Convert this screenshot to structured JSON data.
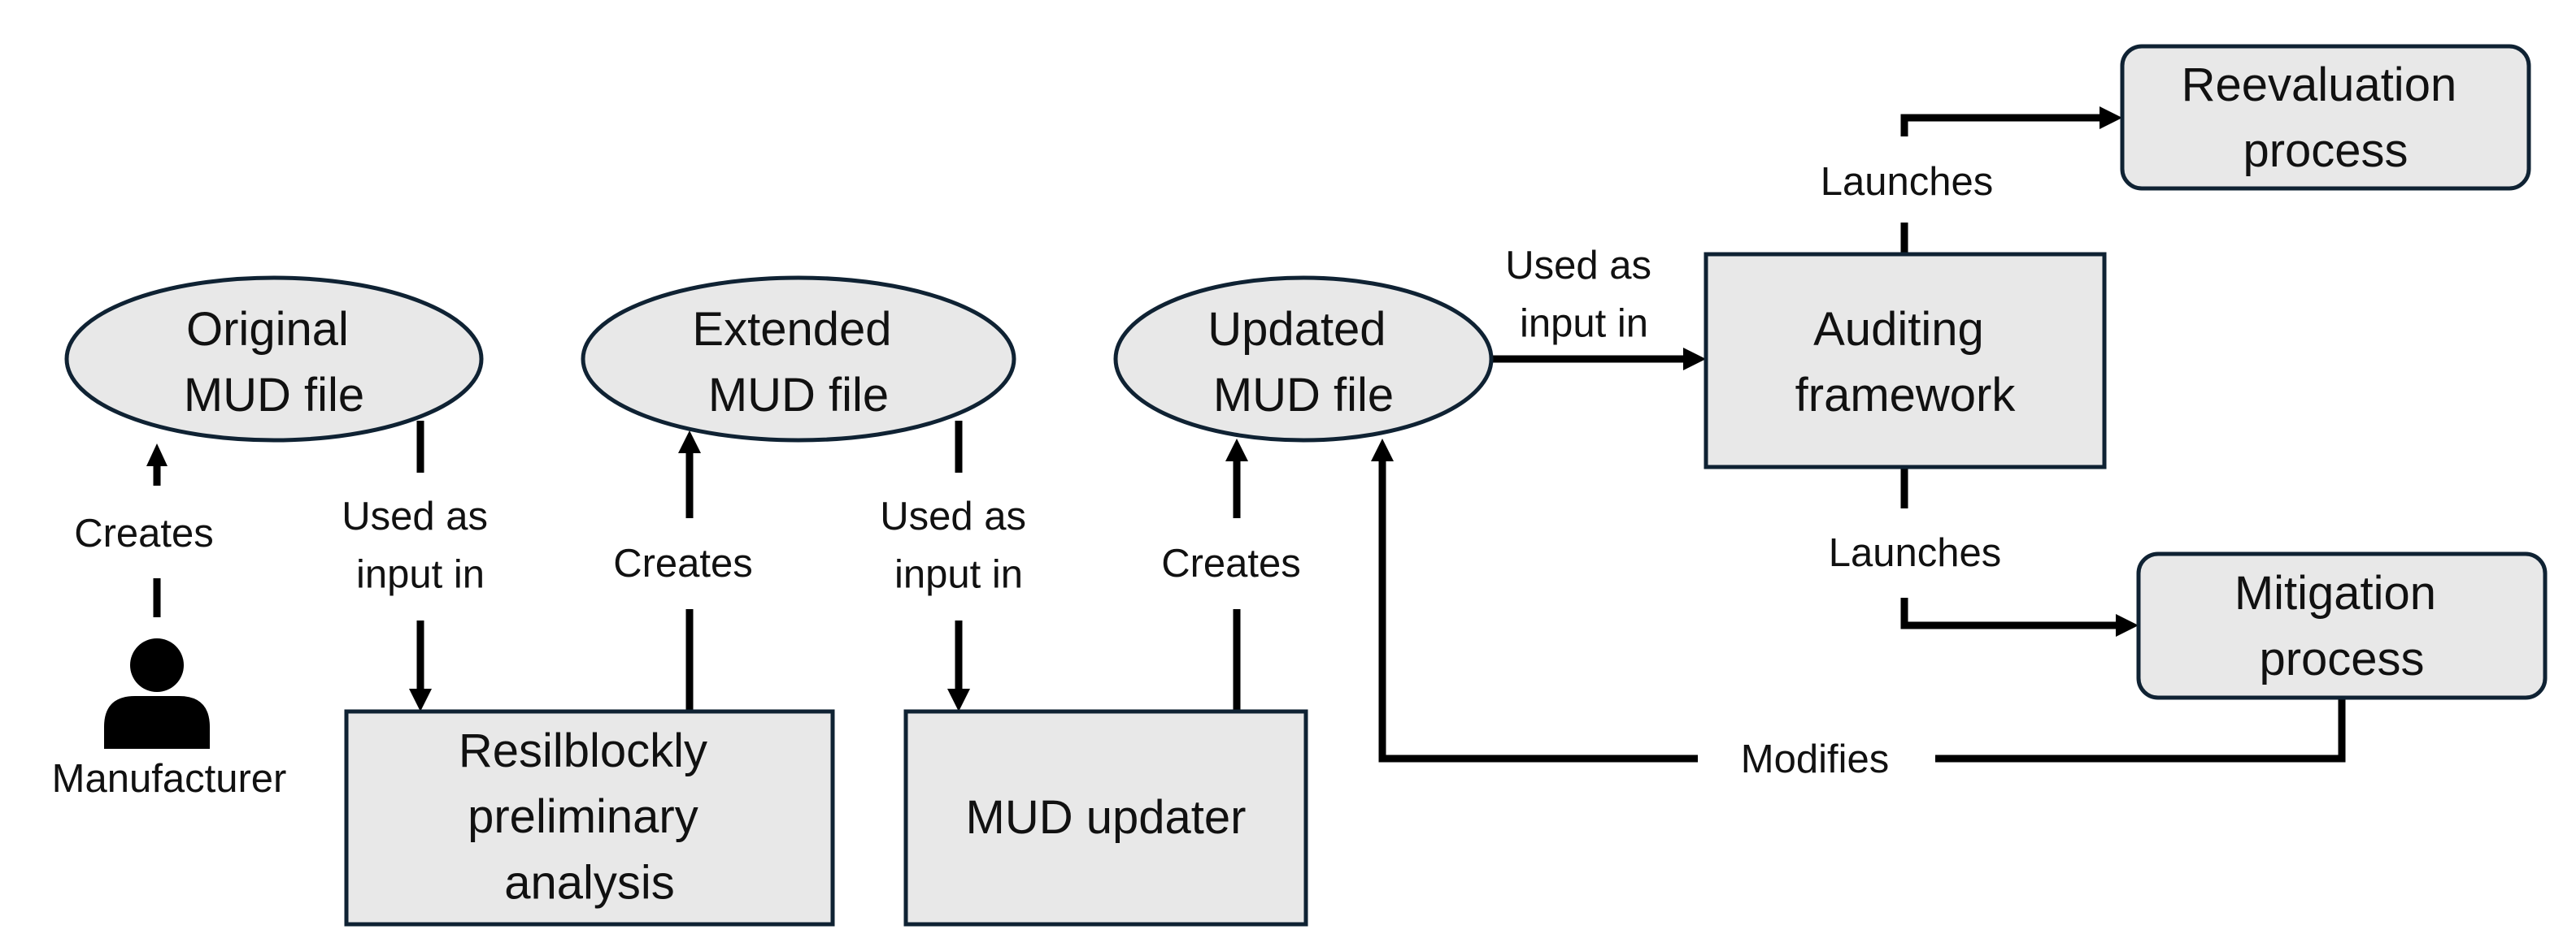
{
  "nodes": {
    "original_mud_file": [
      "Original",
      "MUD file"
    ],
    "extended_mud_file": [
      "Extended",
      "MUD file"
    ],
    "updated_mud_file": [
      "Updated",
      "MUD file"
    ],
    "auditing_framework": [
      "Auditing",
      "framework"
    ],
    "reevaluation_process": [
      "Reevaluation",
      "process"
    ],
    "mitigation_process": [
      "Mitigation",
      "process"
    ],
    "resilblockly_analysis": [
      "Resilblockly",
      "preliminary",
      "analysis"
    ],
    "mud_updater": [
      "MUD updater"
    ],
    "manufacturer": "Manufacturer"
  },
  "edges": {
    "creates": "Creates",
    "used_as_input_in": [
      "Used as",
      "input in"
    ],
    "launches": "Launches",
    "modifies": "Modifies"
  },
  "icons": {
    "manufacturer": "person-icon"
  },
  "colors": {
    "node_fill": "#e8e8e8",
    "node_stroke": "#0f2233",
    "edge": "#000000"
  }
}
